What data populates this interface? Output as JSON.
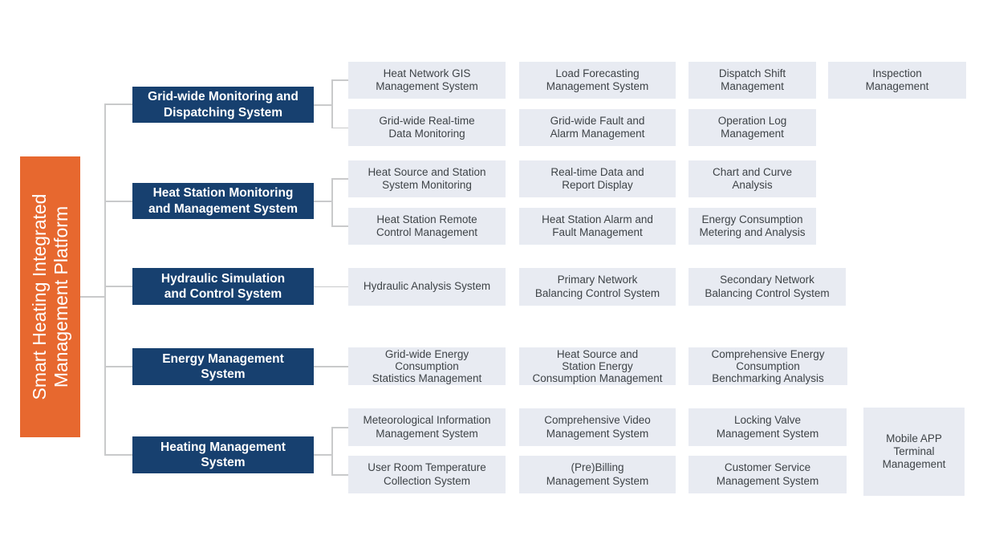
{
  "platform": {
    "title": "Smart Heating Integrated\nManagement Platform"
  },
  "colors": {
    "platform": "#E7682F",
    "category": "#17406F",
    "item_bg": "#E8EBF2",
    "item_text": "#3E4347",
    "connector": "#C9CACB"
  },
  "categories": [
    {
      "label": "Grid-wide Monitoring and\nDispatching System",
      "items": [
        "Heat Network GIS\nManagement System",
        "Load Forecasting\nManagement System",
        "Dispatch Shift\nManagement",
        "Inspection\nManagement",
        "Grid-wide Real-time\nData Monitoring",
        "Grid-wide Fault and\nAlarm Management",
        "Operation Log\nManagement"
      ]
    },
    {
      "label": "Heat Station Monitoring\nand Management System",
      "items": [
        "Heat Source and Station\nSystem Monitoring",
        "Real-time Data and\nReport Display",
        "Chart and Curve\nAnalysis",
        "Heat Station Remote\nControl Management",
        "Heat Station Alarm and\nFault Management",
        "Energy Consumption\nMetering and Analysis"
      ]
    },
    {
      "label": "Hydraulic Simulation\nand Control System",
      "items": [
        "Hydraulic Analysis System",
        "Primary Network\nBalancing Control System",
        "Secondary Network\nBalancing Control System"
      ]
    },
    {
      "label": "Energy Management\nSystem",
      "items": [
        "Grid-wide Energy\nConsumption\nStatistics Management",
        "Heat Source and\nStation Energy\nConsumption Management",
        "Comprehensive Energy\nConsumption\nBenchmarking Analysis"
      ]
    },
    {
      "label": "Heating Management\nSystem",
      "items": [
        "Meteorological Information\nManagement System",
        "Comprehensive Video\nManagement System",
        "Locking Valve\nManagement System",
        "User Room Temperature\nCollection System",
        "(Pre)Billing\nManagement System",
        "Customer Service\nManagement System",
        "Mobile APP\nTerminal\nManagement"
      ]
    }
  ]
}
